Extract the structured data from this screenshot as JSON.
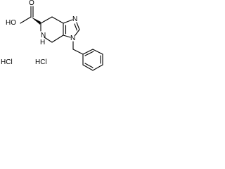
{
  "structure": {
    "labels": {
      "hydroxyl": "HO",
      "carbonyl_oxygen": "O",
      "amine_nh": "N",
      "amine_h": "H",
      "imidazole_n_top": "N",
      "imidazole_n_bottom": "N"
    },
    "salts": [
      "HCl",
      "HCl"
    ],
    "colors": {
      "line": "#000000",
      "background": "#ffffff"
    }
  }
}
